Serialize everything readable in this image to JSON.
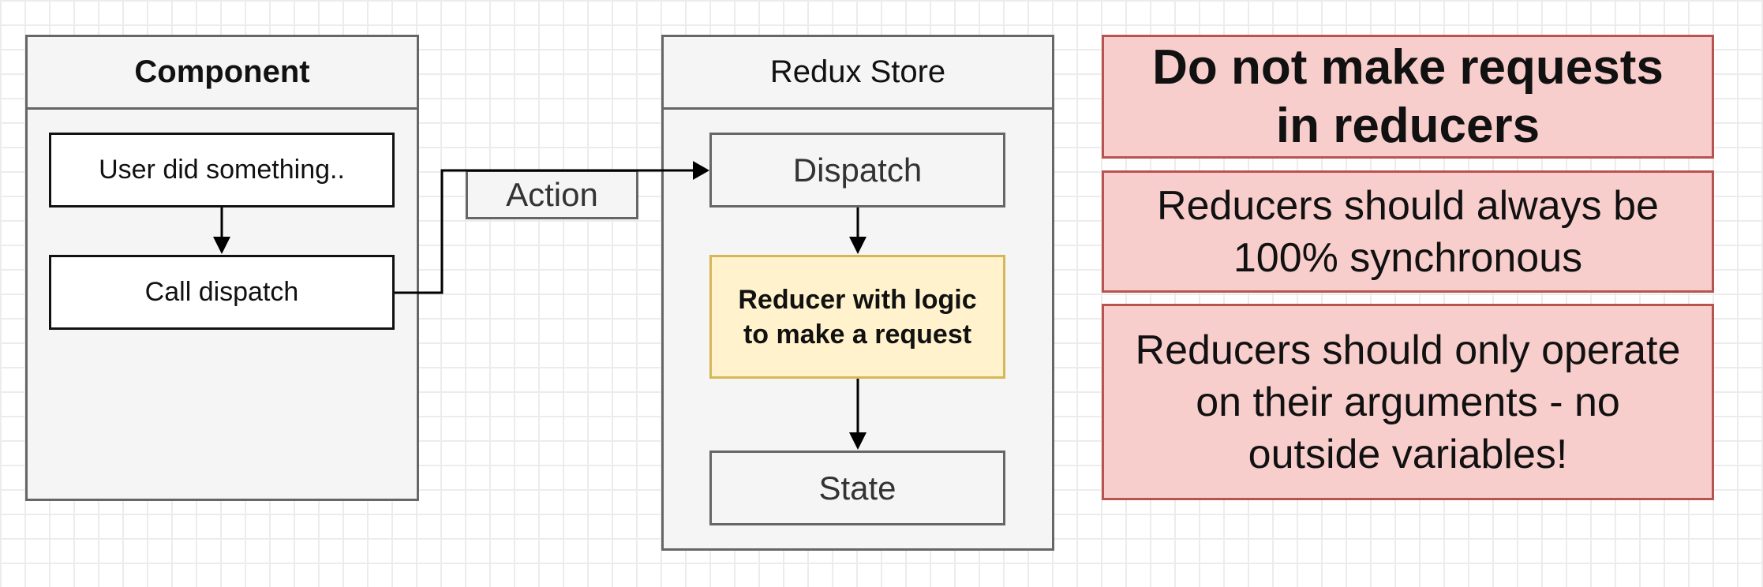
{
  "component": {
    "title": "Component",
    "user_action": "User did something..",
    "call_dispatch": "Call dispatch"
  },
  "action_label": "Action",
  "store": {
    "title": "Redux Store",
    "dispatch": "Dispatch",
    "reducer_line1": "Reducer with logic",
    "reducer_line2": "to make a request",
    "state": "State"
  },
  "notes": {
    "rule1_line1": "Do not make requests",
    "rule1_line2": "in reducers",
    "rule2_line1": "Reducers should always be",
    "rule2_line2": "100% synchronous",
    "rule3_line1": "Reducers should only operate",
    "rule3_line2": "on their arguments - no",
    "rule3_line3": "outside variables!"
  },
  "colors": {
    "container_fill": "#f5f5f5",
    "reducer_fill": "#fff2cc",
    "reducer_stroke": "#d6b656",
    "note_fill": "#f8cecc",
    "note_stroke": "#b85450"
  }
}
